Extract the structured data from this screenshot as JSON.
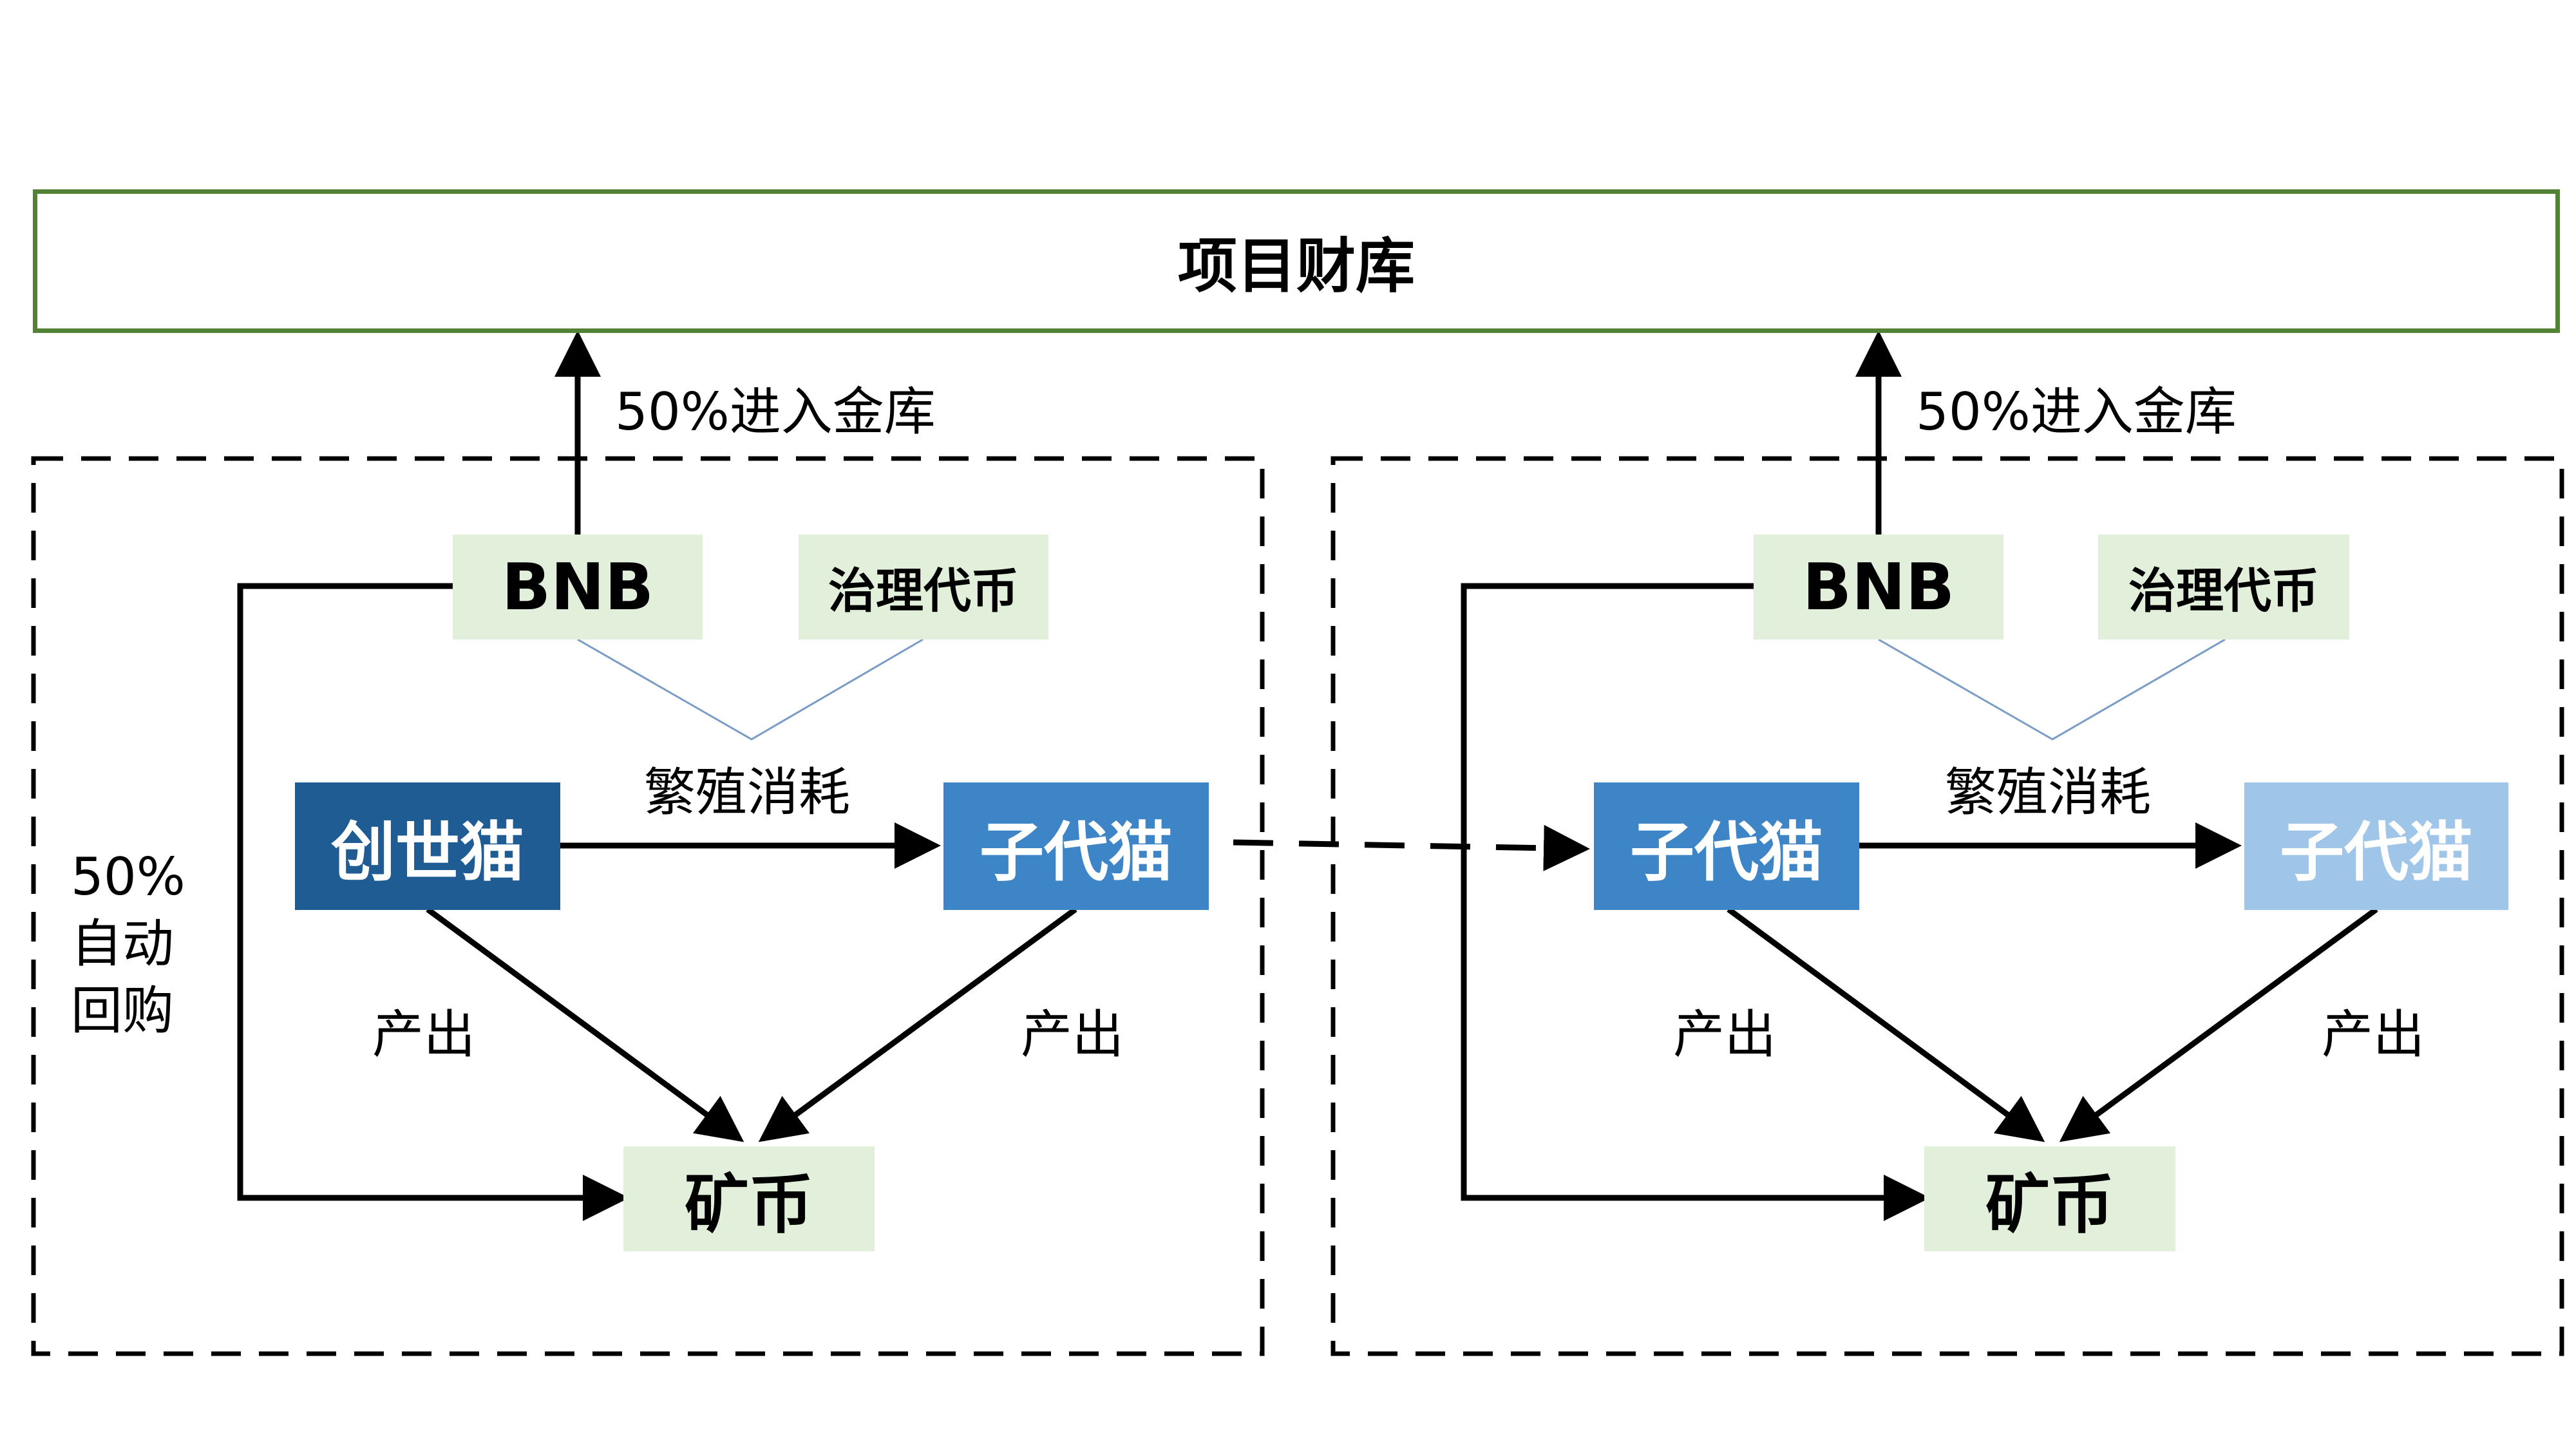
{
  "treasury": {
    "title": "项目财库"
  },
  "left_panel": {
    "bnb": "BNB",
    "governance": "治理代币",
    "breeding": "繁殖消耗",
    "genesis_cat": "创世猫",
    "child_cat": "子代猫",
    "produce_left": "产出",
    "produce_right": "产出",
    "mining_coin": "矿币",
    "to_treasury": "50%进入金库",
    "buyback": [
      "50%",
      "自动",
      "回购"
    ]
  },
  "right_panel": {
    "bnb": "BNB",
    "governance": "治理代币",
    "breeding": "繁殖消耗",
    "child_cat": "子代猫",
    "grandchild_cat": "子代猫",
    "produce_left": "产出",
    "produce_right": "产出",
    "mining_coin": "矿币",
    "to_treasury": "50%进入金库"
  },
  "colors": {
    "treasury_border": "#538135",
    "token_fill": "#e2efda",
    "genesis_cat_fill": "#1f5c94",
    "child_cat_fill": "#3d85c6",
    "grandchild_cat_fill": "#9fc5e8",
    "split_line": "#7a9cc6"
  }
}
